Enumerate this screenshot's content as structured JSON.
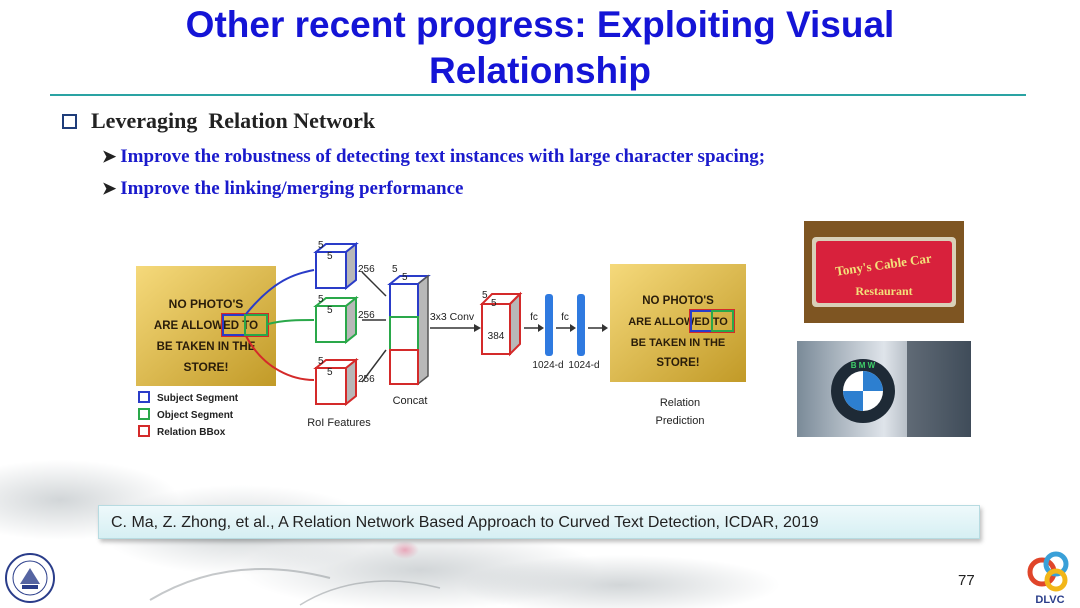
{
  "slide": {
    "title_line1": "Other recent progress: Exploiting Visual",
    "title_line2": "Relationship",
    "bullet": "Leveraging  Relation Network",
    "subbullets": [
      "Improve the robustness of detecting text instances with large character spacing;",
      "Improve the linking/merging performance"
    ],
    "citation": "C. Ma, Z. Zhong, et al., A Relation Network Based Approach to Curved Text Detection, ICDAR, 2019",
    "page_number": "77",
    "logo_text": "DLVC"
  },
  "figure": {
    "sign_text": [
      "NO PHOTO'S",
      "ARE ALLOWED TO",
      "BE TAKEN IN THE",
      "STORE!"
    ],
    "legend": [
      {
        "label": "Subject Segment",
        "color": "#2a3cc8"
      },
      {
        "label": "Object Segment",
        "color": "#2aa84a"
      },
      {
        "label": "Relation BBox",
        "color": "#d42a2a"
      }
    ],
    "roi_dims": {
      "a": "5",
      "b": "5",
      "c": "256"
    },
    "concat_dims": {
      "a": "5",
      "b": "5"
    },
    "conv_label": "3x3 Conv",
    "conv_dims": {
      "a": "5",
      "b": "5",
      "c": "384"
    },
    "fc_label": "fc",
    "fc_dims": [
      "1024-d",
      "1024-d"
    ],
    "captions": {
      "roi": "RoI Features",
      "concat": "Concat",
      "relation_line1": "Relation",
      "relation_line2": "Prediction"
    }
  },
  "photos": {
    "restaurant_line1": "Tony's Cable Car",
    "restaurant_line2": "Restaurant",
    "bmw_text": "B M W"
  },
  "colors": {
    "title": "#1414d6",
    "subbullet": "#1a1acc",
    "rule": "#2aa3a3",
    "subject": "#2a3cc8",
    "object": "#2aa84a",
    "relation": "#d42a2a"
  }
}
